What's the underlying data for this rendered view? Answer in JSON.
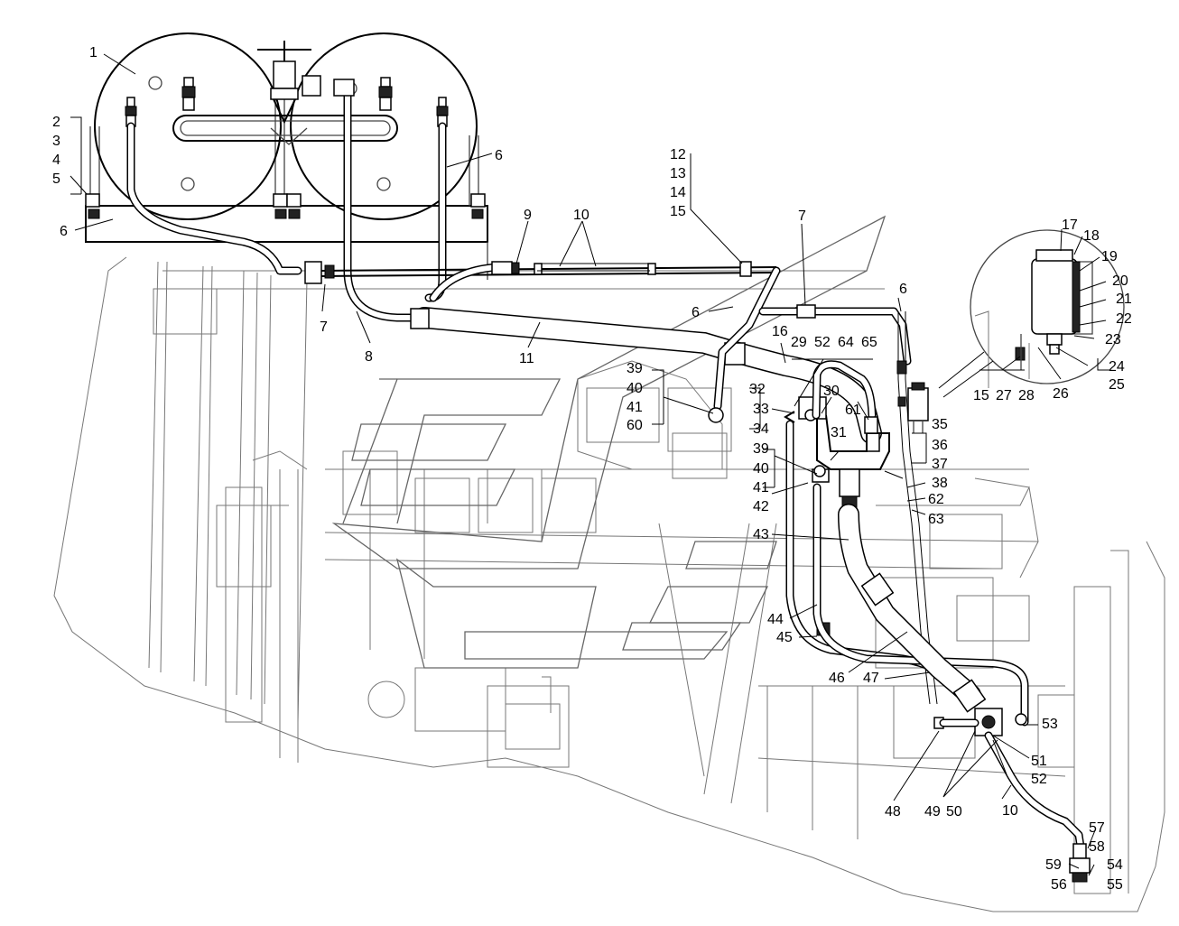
{
  "labels": [
    "1",
    "2",
    "3",
    "4",
    "5",
    "6",
    "6",
    "6",
    "6",
    "7",
    "7",
    "8",
    "9",
    "10",
    "10",
    "11",
    "12",
    "13",
    "14",
    "15",
    "15",
    "16",
    "17",
    "18",
    "19",
    "20",
    "21",
    "22",
    "23",
    "24",
    "25",
    "26",
    "27",
    "28",
    "29",
    "30",
    "31",
    "32",
    "33",
    "34",
    "35",
    "36",
    "37",
    "38",
    "39",
    "39",
    "40",
    "40",
    "41",
    "41",
    "42",
    "43",
    "44",
    "45",
    "46",
    "47",
    "48",
    "49",
    "50",
    "51",
    "52",
    "52",
    "53",
    "54",
    "55",
    "56",
    "57",
    "58",
    "59",
    "60",
    "61",
    "62",
    "63",
    "64",
    "65"
  ]
}
